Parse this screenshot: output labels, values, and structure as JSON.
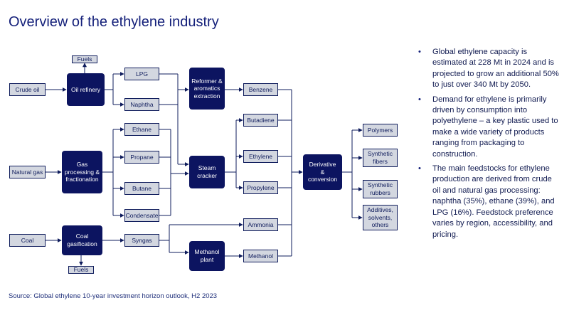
{
  "title": "Overview of the ethylene industry",
  "colors": {
    "dark_box": "#0c1460",
    "light_box": "#d3d7e0",
    "line": "#0f1c5c",
    "title": "#14207a"
  },
  "nodes": {
    "fuels_top": "Fuels",
    "crude_oil": "Crude oil",
    "oil_refinery": "Oil refinery",
    "lpg": "LPG",
    "naphtha": "Naphtha",
    "reformer": "Reformer &\naromatics\nextraction",
    "benzene": "Benzene",
    "butadiene": "Butadiene",
    "ethane": "Ethane",
    "natural_gas": "Natural gas",
    "gas_processing": "Gas\nprocessing &\nfractionation",
    "propane": "Propane",
    "steam_cracker": "Steam\ncracker",
    "ethylene": "Ethylene",
    "butane": "Butane",
    "propylene": "Propylene",
    "condensate": "Condensate",
    "derivative": "Derivative\n&\nconversion",
    "polymers": "Polymers",
    "synthetic_fibers": "Synthetic\nfibers",
    "synthetic_rubbers": "Synthetic\nrubbers",
    "additives": "Additives,\nsolvents,\nothers",
    "coal": "Coal",
    "coal_gasification": "Coal\ngasification",
    "syngas": "Syngas",
    "ammonia": "Ammonia",
    "methanol_plant": "Methanol\nplant",
    "methanol": "Methanol",
    "fuels_bottom": "Fuels"
  },
  "bullets": [
    "Global ethylene capacity is estimated at 228 Mt in 2024 and is projected to grow an additional 50% to just over 340 Mt by 2050.",
    "Demand for ethylene is primarily driven by consumption into polyethylene – a key plastic used to make a wide variety of products ranging from packaging to construction.",
    "The main feedstocks for ethylene production are derived from crude oil and natural gas processing: naphtha (35%), ethane (39%), and LPG (16%). Feedstock preference varies by region, accessibility, and pricing."
  ],
  "source": "Source: Global ethylene 10-year investment horizon outlook, H2 2023"
}
